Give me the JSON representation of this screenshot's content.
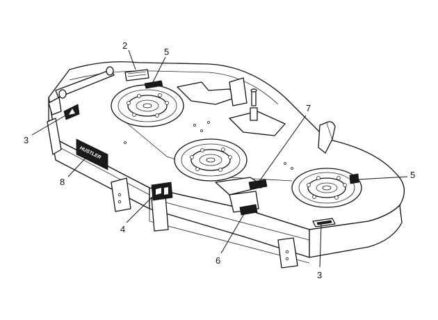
{
  "callouts": [
    {
      "id": "c2",
      "label": "2"
    },
    {
      "id": "c5a",
      "label": "5"
    },
    {
      "id": "c3a",
      "label": "3"
    },
    {
      "id": "c7",
      "label": "7"
    },
    {
      "id": "c8",
      "label": "8"
    },
    {
      "id": "c5b",
      "label": "5"
    },
    {
      "id": "c4",
      "label": "4"
    },
    {
      "id": "c6",
      "label": "6"
    },
    {
      "id": "c3b",
      "label": "3"
    }
  ],
  "decals": {
    "side_brand": "HUSTLER"
  }
}
